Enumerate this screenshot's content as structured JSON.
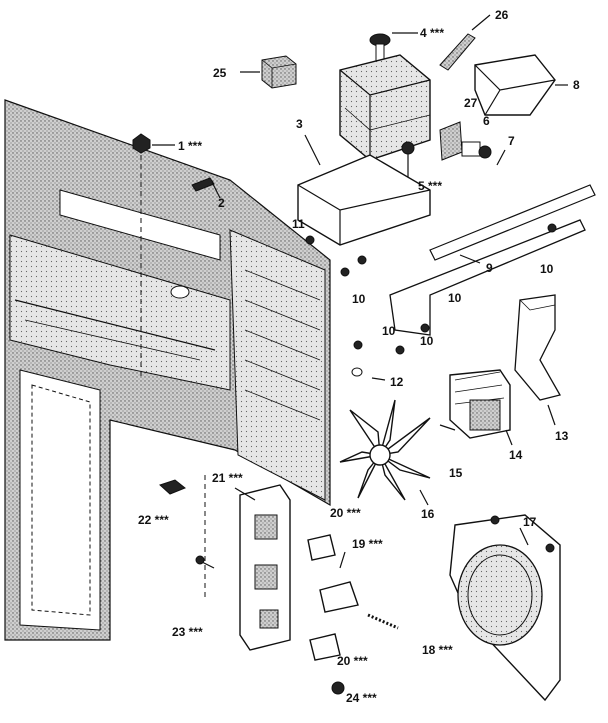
{
  "parts": [
    {
      "id": "1",
      "label": "1 ***"
    },
    {
      "id": "2",
      "label": "2"
    },
    {
      "id": "3",
      "label": "3"
    },
    {
      "id": "4",
      "label": "4 ***"
    },
    {
      "id": "5",
      "label": "5 ***"
    },
    {
      "id": "6",
      "label": "6"
    },
    {
      "id": "7",
      "label": "7"
    },
    {
      "id": "8",
      "label": "8"
    },
    {
      "id": "9",
      "label": "9"
    },
    {
      "id": "10",
      "label": "10"
    },
    {
      "id": "11",
      "label": "11"
    },
    {
      "id": "12",
      "label": "12"
    },
    {
      "id": "13",
      "label": "13"
    },
    {
      "id": "14",
      "label": "14"
    },
    {
      "id": "15",
      "label": "15"
    },
    {
      "id": "16",
      "label": "16"
    },
    {
      "id": "17",
      "label": "17"
    },
    {
      "id": "18",
      "label": "18 ***"
    },
    {
      "id": "19",
      "label": "19 ***"
    },
    {
      "id": "20",
      "label": "20 ***"
    },
    {
      "id": "21",
      "label": "21 ***"
    },
    {
      "id": "22",
      "label": "22 ***"
    },
    {
      "id": "23",
      "label": "23 ***"
    },
    {
      "id": "24",
      "label": "24 ***"
    },
    {
      "id": "25",
      "label": "25"
    },
    {
      "id": "26",
      "label": "26"
    },
    {
      "id": "27",
      "label": "27"
    }
  ]
}
